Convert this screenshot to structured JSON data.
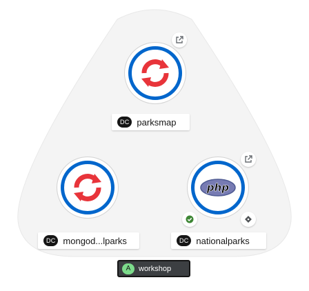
{
  "nodes": [
    {
      "key": "parksmap",
      "badge": "DC",
      "label": "parksmap",
      "icon": "openshift-sync-icon",
      "decorators": [
        "external-link-icon"
      ]
    },
    {
      "key": "mongodb",
      "badge": "DC",
      "label": "mongod...lparks",
      "icon": "openshift-sync-icon",
      "decorators": []
    },
    {
      "key": "nationalparks",
      "badge": "DC",
      "label": "nationalparks",
      "icon": "php-logo-icon",
      "logo_text": "php",
      "decorators": [
        "external-link-icon",
        "build-success-icon",
        "source-code-icon"
      ]
    }
  ],
  "application": {
    "badge": "A",
    "name": "workshop"
  },
  "colors": {
    "ring": "#0066cc",
    "sync_red": "#e8343a",
    "success": "#3e8635",
    "php_purple": "#777bb3",
    "app_bg": "#3c3f42"
  }
}
